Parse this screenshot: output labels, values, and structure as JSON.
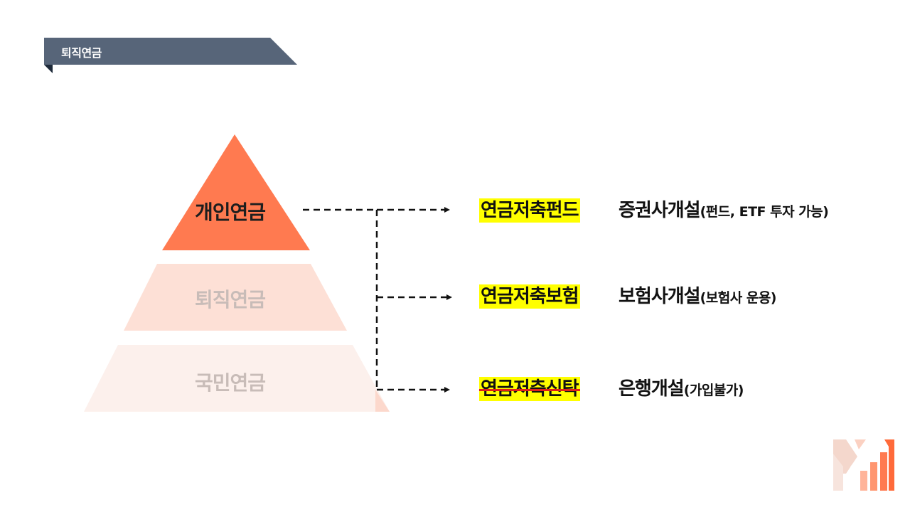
{
  "header": {
    "section_label": "퇴직연금"
  },
  "pyramid": {
    "tiers": [
      {
        "label": "개인연금",
        "color": "#ff7a50",
        "text_color": "#1e1e1e",
        "highlighted": true
      },
      {
        "label": "퇴직연금",
        "color": "#fde0d6",
        "text_color": "#c8bcb8",
        "highlighted": false
      },
      {
        "label": "국민연금",
        "color": "#fcf0ec",
        "text_color": "#c8bcb8",
        "highlighted": false
      }
    ]
  },
  "products": [
    {
      "name": "연금저축펀드",
      "channel": "증권사개설",
      "note": "(펀드, ETF 투자 가능)",
      "struck": false
    },
    {
      "name": "연금저축보험",
      "channel": "보험사개설",
      "note": "(보험사 운용)",
      "struck": false
    },
    {
      "name": "연금저축신탁",
      "channel": "은행개설",
      "note": "(가입불가)",
      "struck": true
    }
  ],
  "colors": {
    "header_bg": "#576579",
    "highlight": "#ffff00",
    "strike": "#e0201a",
    "connector": "#111111",
    "logo_primary": "#ff7a50"
  },
  "logo": {
    "icon": "m-bars-logo"
  }
}
